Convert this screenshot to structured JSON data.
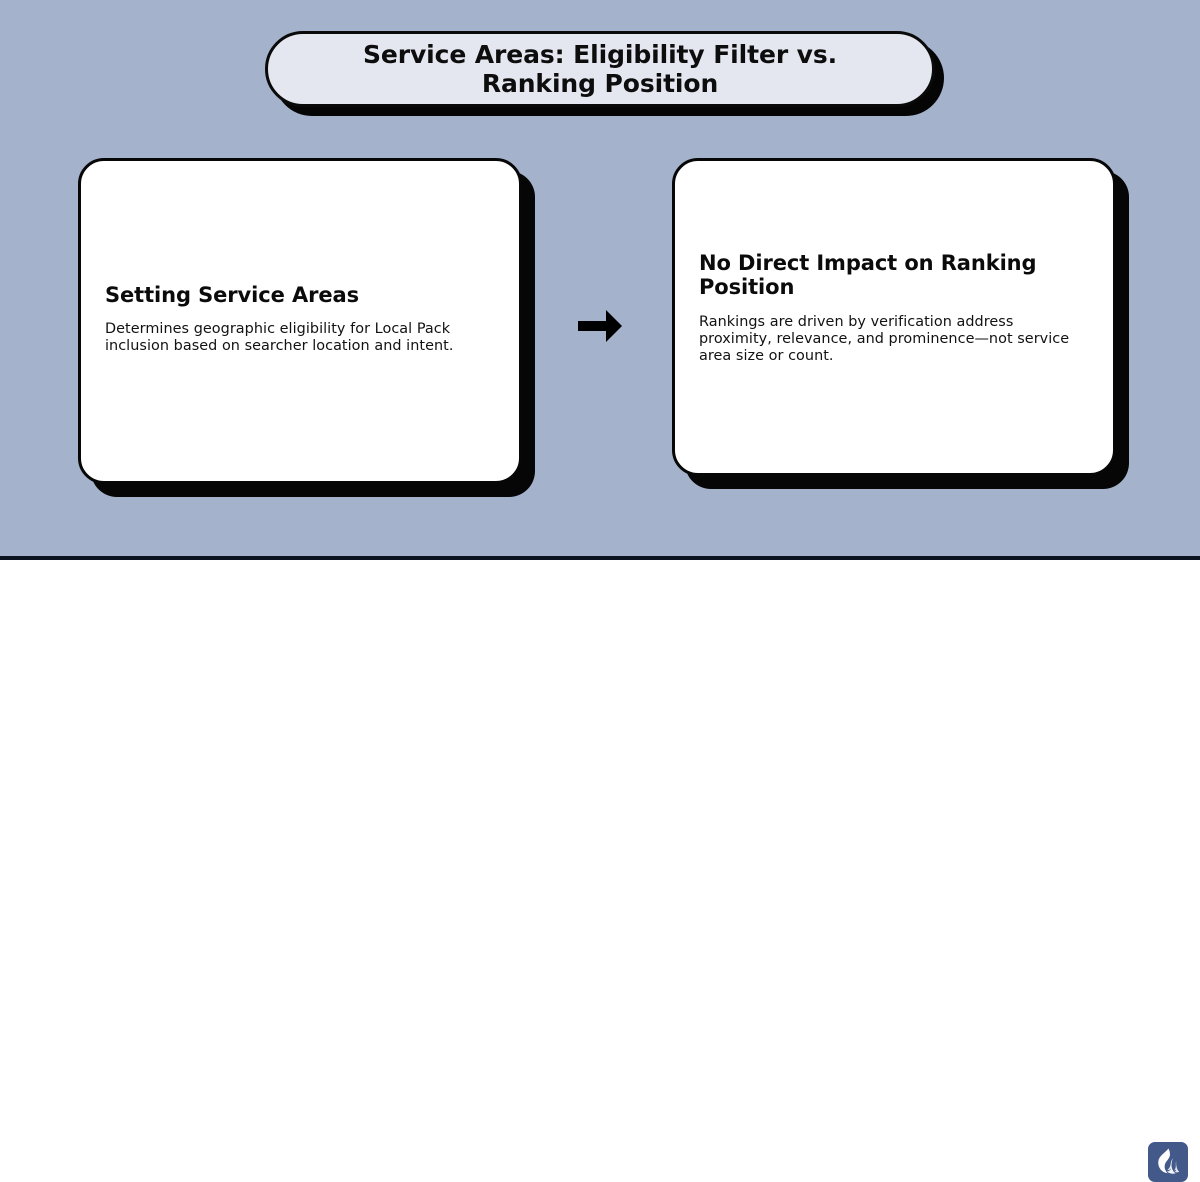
{
  "page": {
    "background_color": "#a4b2cb",
    "footer_background_color": "#ffffff",
    "divider_color": "#0c1320"
  },
  "header": {
    "title": "Service Areas: Eligibility Filter vs. Ranking Position",
    "pill_background_color": "#e4e7f0",
    "border_color": "#0a0a0a",
    "shadow_color": "#050505"
  },
  "flow": {
    "connector_icon": "arrow-right-icon",
    "connector_color": "#000000",
    "cards": [
      {
        "id": "setting-service-areas",
        "heading": "Setting Service Areas",
        "body": "Determines geographic eligibility for Local Pack inclusion based on searcher location and intent.",
        "background_color": "#ffffff",
        "border_color": "#070707"
      },
      {
        "id": "no-direct-impact-on-ranking-position",
        "heading": "No Direct Impact on Ranking Position",
        "body": "Rankings are driven by verification address proximity, relevance, and prominence—not service area size or count.",
        "background_color": "#ffffff",
        "border_color": "#070707"
      }
    ]
  },
  "footer": {
    "logo": {
      "icon": "flame-logo-icon",
      "background_color": "#42598a",
      "mark_color": "#ffffff"
    }
  }
}
